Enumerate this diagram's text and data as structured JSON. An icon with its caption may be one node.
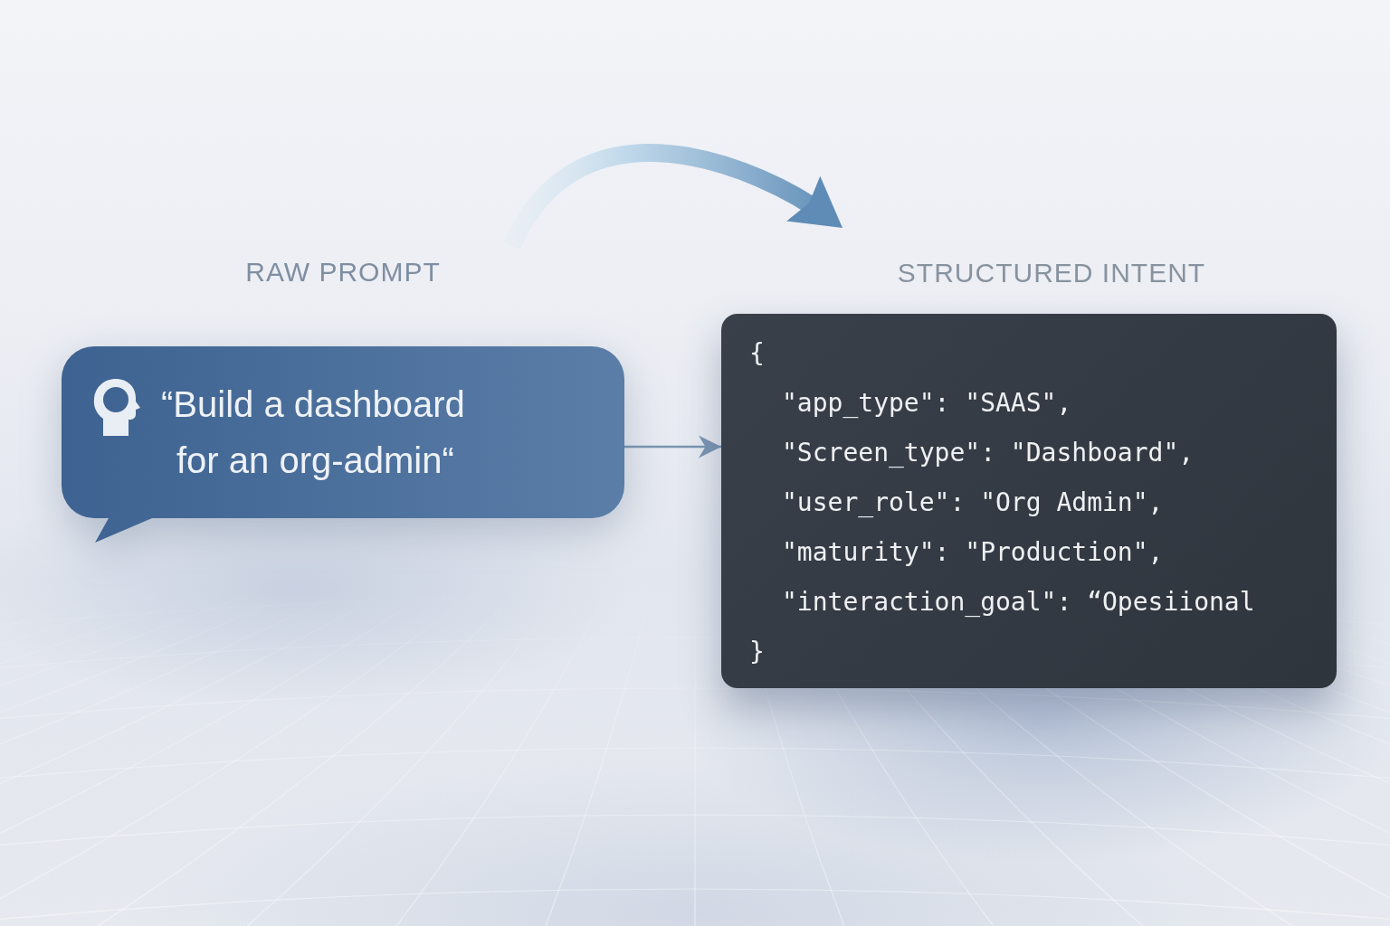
{
  "diagram": {
    "nodes": [
      {
        "text": [
          "RAW PROMPT",
          "“Build a dashboard for an org-admin“"
        ]
      },
      {
        "text": [
          "STRUCTURED INTENT",
          "{",
          "\"app_type\": \"SAAS\",",
          "\"Screen_type\": \"Dashboard\",",
          "\"user_role\": \"Org Admin\",",
          "\"maturity\": \"Production\",",
          "\"interaction_goal\": “Opesiional",
          "}"
        ]
      }
    ],
    "edges": [
      {
        "from": 0,
        "to": 1,
        "arrow": "to",
        "style": "thick"
      },
      {
        "from": 0,
        "to": 1,
        "arrow": "to"
      }
    ]
  }
}
